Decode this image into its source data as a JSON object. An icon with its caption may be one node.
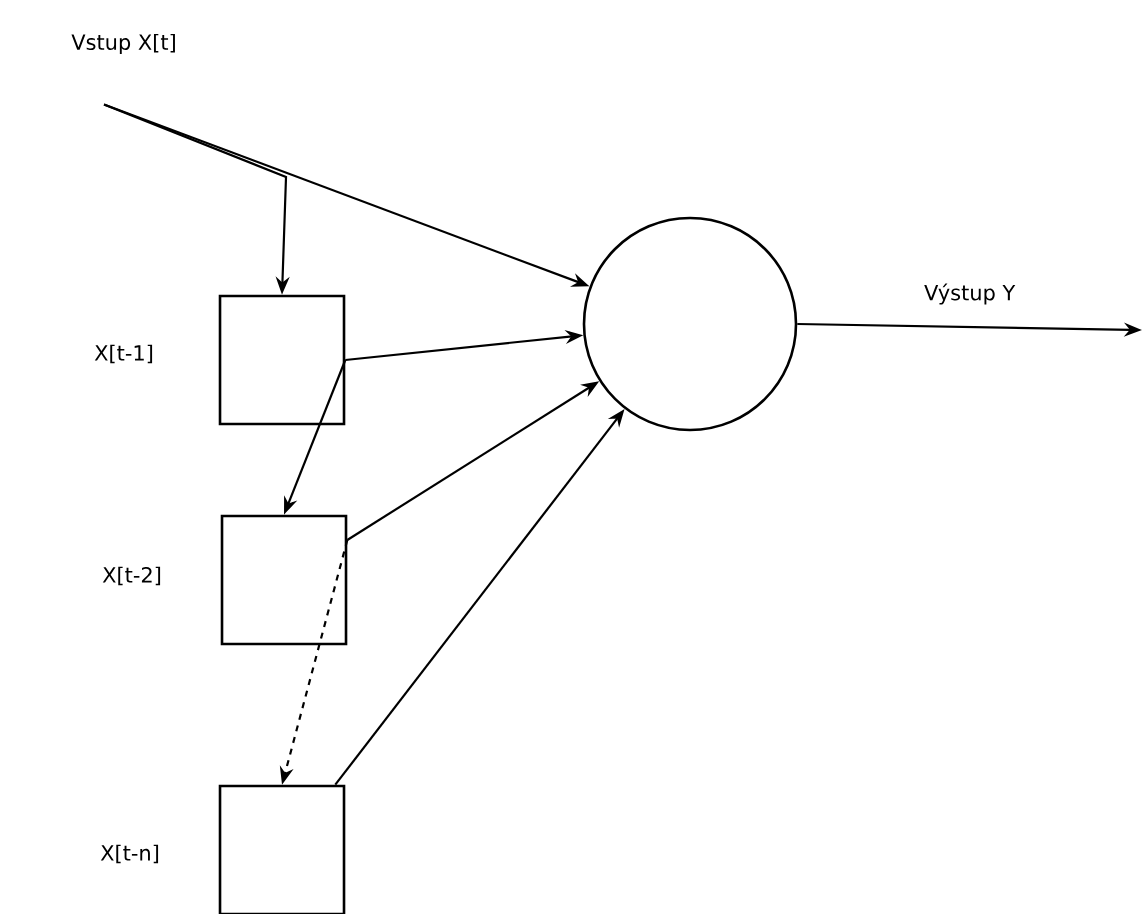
{
  "diagram": {
    "nodes": [
      {
        "text": [
          "Vstup X[t]"
        ]
      },
      {
        "text": [],
        "shape": "box",
        "beside": [
          "X[t-1]"
        ]
      },
      {
        "text": [],
        "shape": "box",
        "beside": [
          "X[t-2]"
        ]
      },
      {
        "text": [],
        "shape": "box",
        "beside": [
          "X[t-n]"
        ]
      },
      {
        "text": [],
        "shape": "circle"
      }
    ],
    "edges": [
      {
        "from": 0,
        "to": 4,
        "arrow": "to"
      },
      {
        "from": 0,
        "to": 1,
        "arrow": "to"
      },
      {
        "from": 1,
        "to": 4,
        "arrow": "to"
      },
      {
        "from": 2,
        "to": 4,
        "arrow": "to"
      },
      {
        "from": 3,
        "to": 4,
        "arrow": "to"
      },
      {
        "from": 1,
        "to": 2,
        "arrow": "to"
      },
      {
        "from": 2,
        "to": 3,
        "arrow": "to",
        "style": "dashed"
      },
      {
        "from": 4,
        "to": null,
        "arrow": "to",
        "label": "Výstup Y"
      }
    ]
  }
}
